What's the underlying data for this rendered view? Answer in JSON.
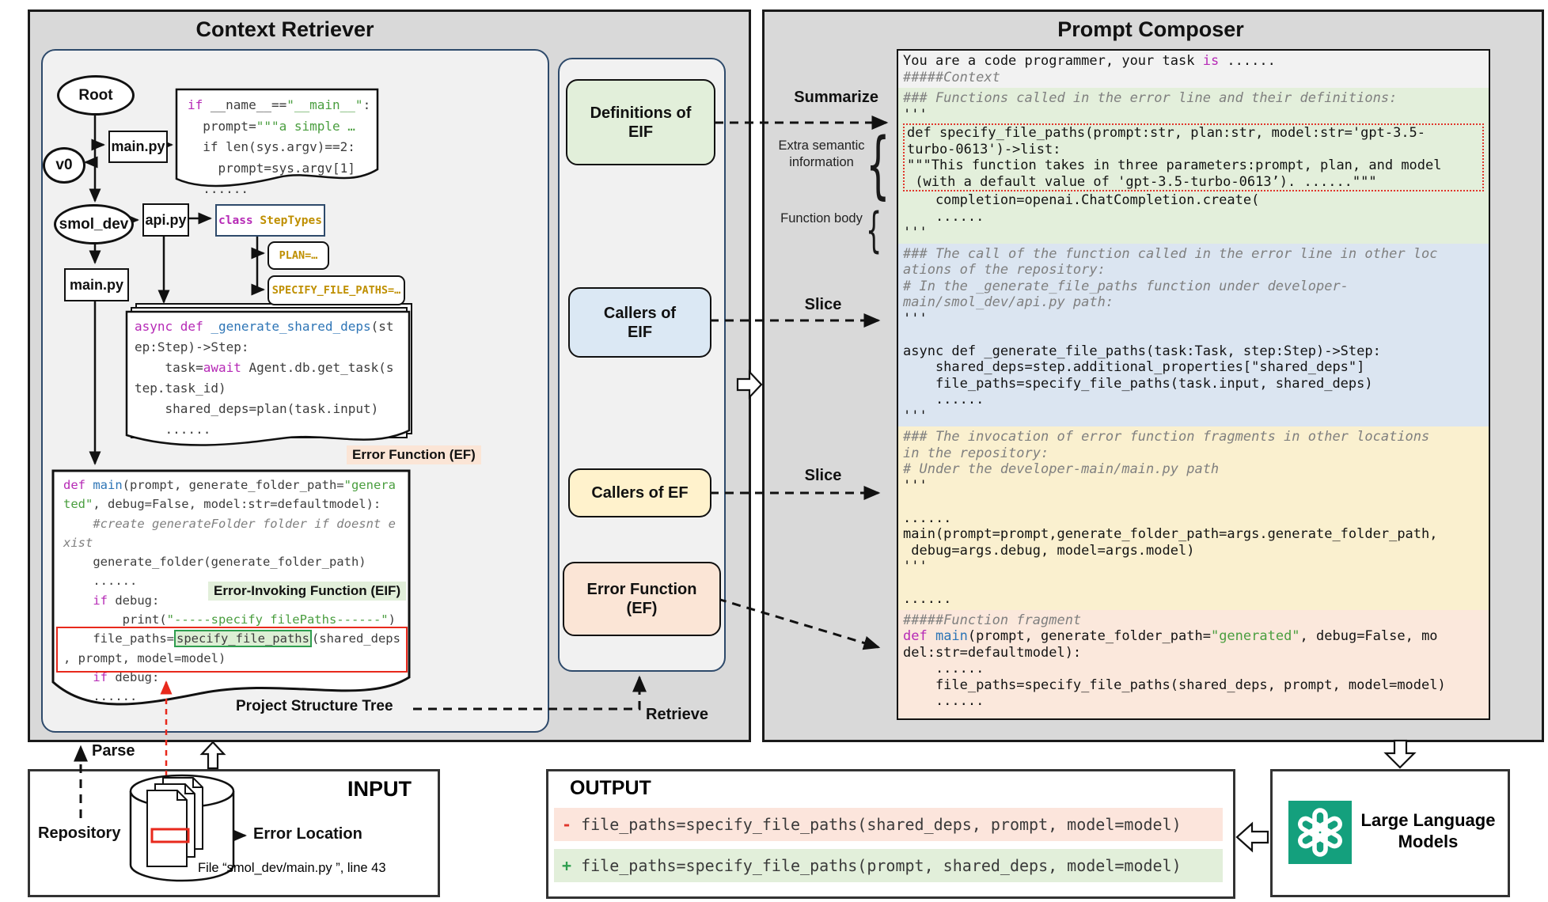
{
  "titles": {
    "context_retriever": "Context Retriever",
    "prompt_composer": "Prompt Composer"
  },
  "colors": {
    "openai_green": "#14a07d",
    "error_red": "#e8291c",
    "keyword_magenta": "#b62ab6",
    "function_blue": "#2e75b6",
    "string_green": "#4a9e3f",
    "class_gold": "#bf8f00",
    "diff_removed_bg": "#fce5dc",
    "diff_added_bg": "#e2efda"
  },
  "tree": {
    "root": "Root",
    "v0": "v0",
    "main_py_top": "main.py",
    "smol_dev": "smol_dev",
    "api_py": "api.py",
    "main_py_bottom": "main.py",
    "step_types": [
      [
        [
          "k",
          "class "
        ],
        [
          "g",
          "StepTypes"
        ]
      ]
    ],
    "plan": [
      [
        [
          "g",
          "PLAN=…"
        ]
      ]
    ],
    "specify": [
      [
        [
          "g",
          "SPECIFY_FILE_PATHS=…"
        ]
      ]
    ]
  },
  "snippets": {
    "main_top": [
      [
        [
          "k",
          "if"
        ],
        [
          "d",
          " __name__=="
        ],
        [
          "s",
          "\"__main__\""
        ],
        [
          "d",
          ":"
        ]
      ],
      [
        [
          "d",
          "  prompt="
        ],
        [
          "s",
          "\"\"\"a simple …"
        ]
      ],
      [
        [
          "d",
          "  if len(sys.argv)==2:"
        ]
      ],
      [
        [
          "d",
          "    prompt=sys.argv[1]"
        ]
      ],
      [
        [
          "d",
          "  ......"
        ]
      ]
    ],
    "generate_shared_deps": [
      [
        [
          "k",
          "async def "
        ],
        [
          "f",
          "_generate_shared_deps"
        ],
        [
          "d",
          "(st"
        ]
      ],
      [
        [
          "d",
          "ep:Step)->Step:"
        ]
      ],
      [
        [
          "d",
          "    task="
        ],
        [
          "k",
          "await"
        ],
        [
          "d",
          " Agent.db.get_task(s"
        ]
      ],
      [
        [
          "d",
          "tep.task_id)"
        ]
      ],
      [
        [
          "d",
          "    shared_deps=plan(task.input)"
        ]
      ],
      [
        [
          "d",
          "    ......"
        ]
      ]
    ],
    "error_function": [
      [
        [
          "k",
          "def "
        ],
        [
          "f",
          "main"
        ],
        [
          "d",
          "(prompt, generate_folder_path="
        ],
        [
          "s",
          "\"genera"
        ]
      ],
      [
        [
          "s",
          "ted\""
        ],
        [
          "d",
          ", debug=False, model:str=defaultmodel):"
        ]
      ],
      [
        [
          "c",
          "    #create generateFolder folder if doesnt e"
        ]
      ],
      [
        [
          "c",
          "xist"
        ]
      ],
      [
        [
          "d",
          "    generate_folder(generate_folder_path)"
        ]
      ],
      [
        [
          "d",
          "    ......"
        ]
      ],
      [
        [
          "k",
          "    if"
        ],
        [
          "d",
          " debug:"
        ]
      ],
      [
        [
          "d",
          "        print("
        ],
        [
          "s",
          "\"-----specify filePaths------\""
        ],
        [
          "d",
          ")"
        ]
      ],
      [
        [
          "d",
          "    file_paths="
        ],
        [
          "hl",
          "specify_file_paths"
        ],
        [
          "d",
          "(shared_deps"
        ]
      ],
      [
        [
          "d",
          ", prompt, model=model)"
        ]
      ],
      [
        [
          "k",
          "    if"
        ],
        [
          "d",
          " debug:"
        ]
      ],
      [
        [
          "d",
          "    ......"
        ]
      ]
    ]
  },
  "tags": {
    "error_function": "Error Function (EF)",
    "eif": "Error-Invoking Function (EIF)",
    "project_structure_tree": "Project Structure Tree"
  },
  "retriever_outputs": {
    "definitions_eif": "Definitions of EIF",
    "callers_eif": "Callers of EIF",
    "callers_ef": "Callers of EF",
    "error_function": "Error Function (EF)"
  },
  "flow_labels": {
    "summarize": "Summarize",
    "slice_eif": "Slice",
    "slice_ef": "Slice",
    "retrieve": "Retrieve",
    "parse": "Parse",
    "extra_semantic": "Extra semantic information",
    "function_body": "Function body"
  },
  "composer": {
    "sec1": [
      [
        [
          "d",
          "You are a code programmer, your task "
        ],
        [
          "k",
          "is"
        ],
        [
          "d",
          " ......"
        ]
      ],
      [
        [
          "c",
          "#####Context"
        ]
      ]
    ],
    "sec2_head": [
      [
        [
          "c",
          "### Functions called in the error line and their definitions:"
        ]
      ],
      [
        [
          "d",
          "'''"
        ]
      ]
    ],
    "sec2_boxed": [
      [
        [
          "d",
          "def specify_file_paths(prompt:str, plan:str, model:str='gpt-3.5-"
        ]
      ],
      [
        [
          "d",
          "turbo-0613')->list:"
        ]
      ],
      [
        [
          "d",
          "\"\"\"This function takes in three parameters:prompt, plan, and model"
        ]
      ],
      [
        [
          "d",
          " (with a default value of 'gpt-3.5-turbo-0613’). ......\"\"\""
        ]
      ]
    ],
    "sec2_tail": [
      [
        [
          "d",
          "    completion=openai.ChatCompletion.create("
        ]
      ],
      [
        [
          "d",
          "    ......"
        ]
      ],
      [
        [
          "d",
          "'''"
        ]
      ]
    ],
    "sec3": [
      [
        [
          "c",
          "### The call of the function called in the error line in other loc"
        ]
      ],
      [
        [
          "c",
          "ations of the repository:"
        ]
      ],
      [
        [
          "c",
          "# In the _generate_file_paths function under developer-"
        ]
      ],
      [
        [
          "c",
          "main/smol_dev/api.py path:"
        ]
      ],
      [
        [
          "d",
          "'''"
        ]
      ],
      [],
      [
        [
          "d",
          "async def _generate_file_paths(task:Task, step:Step)->Step:"
        ]
      ],
      [
        [
          "d",
          "    shared_deps=step.additional_properties[\"shared_deps\"]"
        ]
      ],
      [
        [
          "d",
          "    file_paths=specify_file_paths(task.input, shared_deps)"
        ]
      ],
      [
        [
          "d",
          "    ......"
        ]
      ],
      [
        [
          "d",
          "'''"
        ]
      ]
    ],
    "sec4": [
      [
        [
          "c",
          "### The invocation of error function fragments in other locations"
        ]
      ],
      [
        [
          "c",
          "in the repository:"
        ]
      ],
      [
        [
          "c",
          "# Under the developer-main/main.py path"
        ]
      ],
      [
        [
          "d",
          "'''"
        ]
      ],
      [],
      [
        [
          "d",
          "......"
        ]
      ],
      [
        [
          "d",
          "main(prompt=prompt,generate_folder_path=args.generate_folder_path,"
        ]
      ],
      [
        [
          "d",
          " debug=args.debug, model=args.model)"
        ]
      ],
      [
        [
          "d",
          "'''"
        ]
      ],
      [],
      [
        [
          "d",
          "......"
        ]
      ]
    ],
    "sec5": [
      [
        [
          "c",
          "#####Function fragment"
        ]
      ],
      [
        [
          "k",
          "def "
        ],
        [
          "f",
          "main"
        ],
        [
          "d",
          "(prompt, generate_folder_path="
        ],
        [
          "s",
          "\"generated\""
        ],
        [
          "d",
          ", debug=False, mo"
        ]
      ],
      [
        [
          "d",
          "del:str=defaultmodel):"
        ]
      ],
      [
        [
          "d",
          "    ......"
        ]
      ],
      [
        [
          "d",
          "    file_paths=specify_file_paths(shared_deps, prompt, model=model)"
        ]
      ],
      [
        [
          "d",
          "    ......"
        ]
      ]
    ]
  },
  "input": {
    "title": "INPUT",
    "repository": "Repository",
    "error_location": "Error Location",
    "file_line": "File “smol_dev/main.py ”, line 43"
  },
  "output": {
    "title": "OUTPUT",
    "removed": [
      [
        [
          "r",
          "- "
        ],
        [
          "d",
          "file_paths=specify_file_paths(shared_deps, prompt, model=model)"
        ]
      ]
    ],
    "added": [
      [
        [
          "p",
          "+ "
        ],
        [
          "d",
          "file_paths=specify_file_paths(prompt, shared_deps, model=model)"
        ]
      ]
    ]
  },
  "llm": {
    "label": "Large Language Models"
  }
}
